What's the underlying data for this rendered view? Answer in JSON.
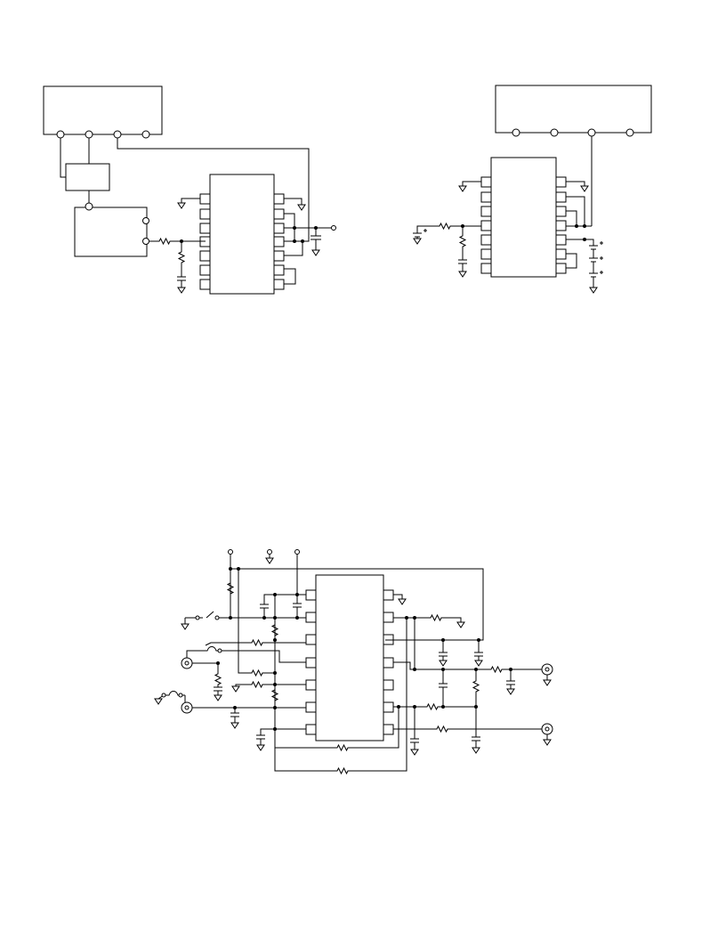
{
  "page": {
    "background": "#ffffff",
    "line_color": "#000000"
  },
  "figures": [
    {
      "id": "figure-top-left",
      "labels": []
    },
    {
      "id": "figure-top-right",
      "labels": []
    },
    {
      "id": "figure-bottom",
      "labels": []
    }
  ],
  "icons": [
    "ground-icon",
    "resistor-icon",
    "capacitor-icon",
    "battery-icon",
    "switch-icon",
    "fuse-icon",
    "connector-jack-icon",
    "terminal-icon"
  ]
}
